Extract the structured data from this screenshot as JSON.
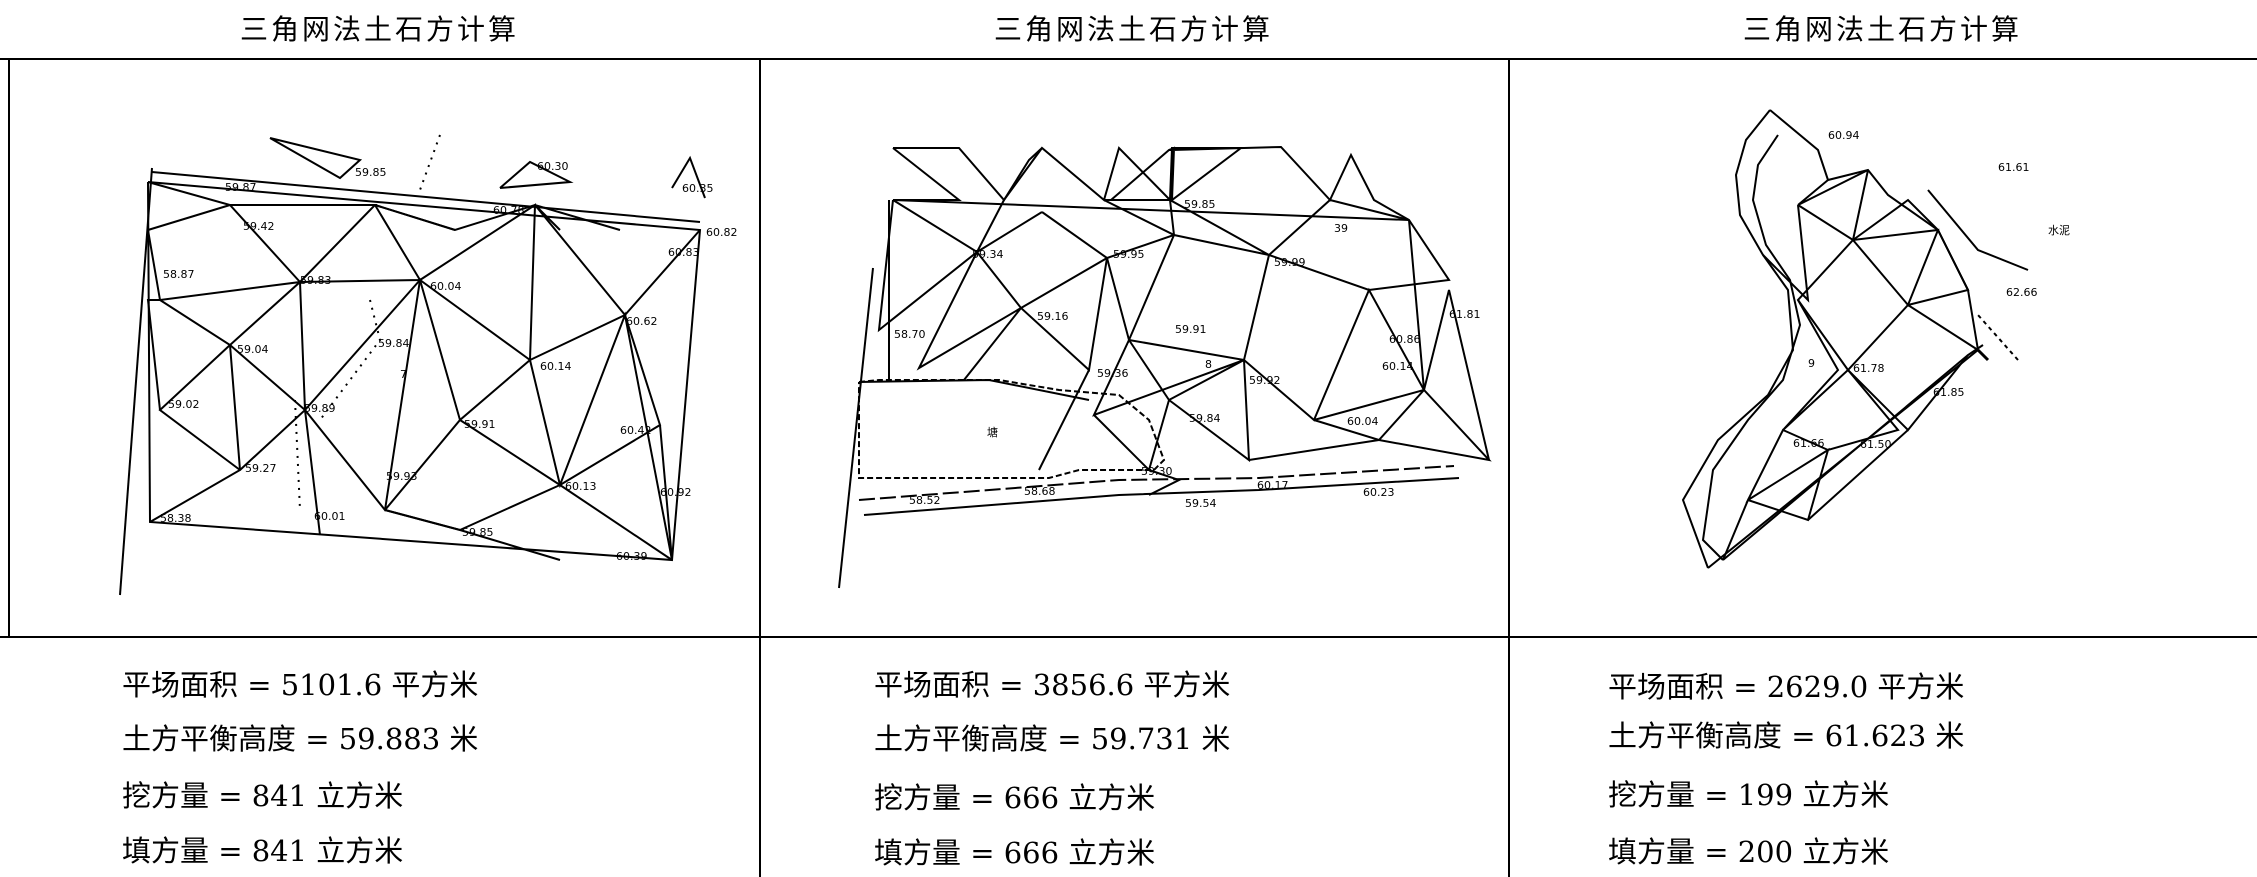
{
  "panels": [
    {
      "title": "三角网法土石方计算",
      "stats": {
        "area": "平场面积 = 5101.6 平方米",
        "balance_height": "土方平衡高度 = 59.883 米",
        "cut": "挖方量 = 841 立方米",
        "fill": "填方量 = 841 立方米"
      },
      "plot_number": "7",
      "elevations": [
        "59.85",
        "60.30",
        "60.35",
        "59.87",
        "60.78",
        "59.42",
        "60.82",
        "60.83",
        "58.87",
        "59.83",
        "60.04",
        "60.62",
        "59.04",
        "59.84",
        "60.14",
        "59.02",
        "59.89",
        "59.91",
        "60.42",
        "59.27",
        "59.93",
        "60.13",
        "60.92",
        "58.38",
        "60.01",
        "59.85",
        "60.39"
      ]
    },
    {
      "title": "三角网法土石方计算",
      "stats": {
        "area": "平场面积 = 3856.6 平方米",
        "balance_height": "土方平衡高度 = 59.731 米",
        "cut": "挖方量 = 666 立方米",
        "fill": "填方量 = 666 立方米"
      },
      "plot_number": "8",
      "pond_label": "塘",
      "elevations": [
        "59.85",
        "39",
        "59.34",
        "59.95",
        "59.99",
        "61.81",
        "59.16",
        "58.70",
        "59.91",
        "60.86",
        "60.14",
        "59.36",
        "59.92",
        "59.84",
        "60.04",
        "59.30",
        "60.17",
        "58.52",
        "58.68",
        "59.54",
        "60.23"
      ]
    },
    {
      "title": "三角网法土石方计算",
      "stats": {
        "area": "平场面积 = 2629.0 平方米",
        "balance_height": "土方平衡高度 = 61.623 米",
        "cut": "挖方量 = 199 立方米",
        "fill": "填方量 = 200 立方米"
      },
      "plot_number": "9",
      "cement_label": "水泥",
      "elevations": [
        "60.94",
        "61.61",
        "62.66",
        "61.78",
        "61.85",
        "61.50",
        "61.66"
      ]
    }
  ]
}
